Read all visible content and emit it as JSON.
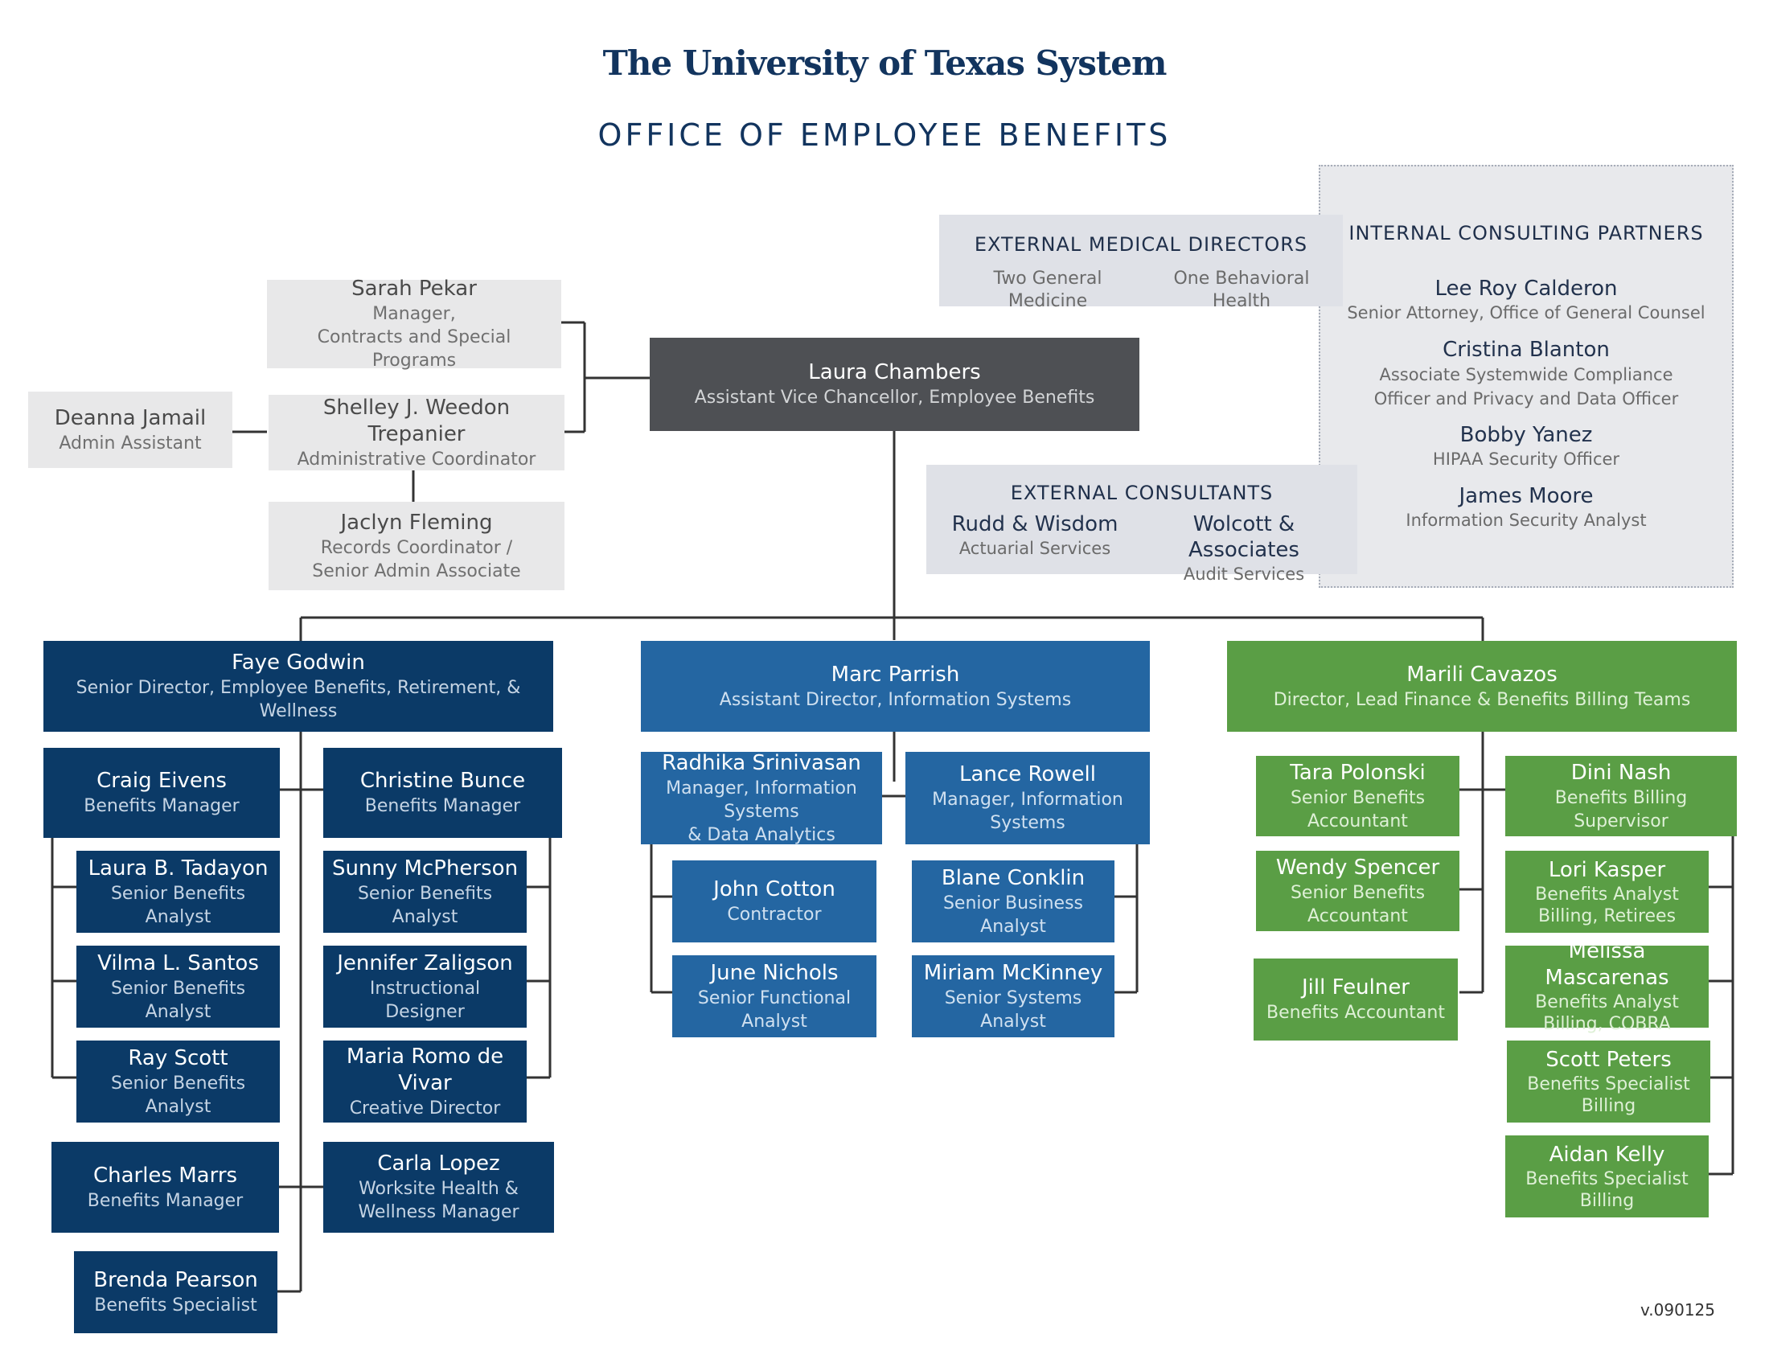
{
  "header": {
    "title": "The University of Texas System",
    "subtitle": "OFFICE OF EMPLOYEE BENEFITS"
  },
  "version": "v.090125",
  "external_medical": {
    "heading": "EXTERNAL MEDICAL DIRECTORS",
    "items": [
      "Two General Medicine",
      "One Behavioral Health"
    ]
  },
  "external_consultants": {
    "heading": "EXTERNAL CONSULTANTS",
    "items": [
      {
        "name": "Rudd & Wisdom",
        "role": "Actuarial Services"
      },
      {
        "name": "Wolcott & Associates",
        "role": "Audit Services"
      }
    ]
  },
  "internal_partners": {
    "heading": "INTERNAL CONSULTING PARTNERS",
    "people": [
      {
        "name": "Lee Roy Calderon",
        "role": "Senior Attorney, Office of General Counsel"
      },
      {
        "name": "Cristina Blanton",
        "role": "Associate Systemwide Compliance Officer and Privacy and Data Officer"
      },
      {
        "name": "Bobby Yanez",
        "role": "HIPAA Security Officer"
      },
      {
        "name": "James Moore",
        "role": "Information Security Analyst"
      }
    ]
  },
  "admin": {
    "sarah": {
      "name": "Sarah Pekar",
      "role": "Manager,",
      "role2": "Contracts and Special Programs"
    },
    "shelley": {
      "name": "Shelley J. Weedon Trepanier",
      "role": "Administrative Coordinator"
    },
    "deanna": {
      "name": "Deanna Jamail",
      "role": "Admin Assistant"
    },
    "jaclyn": {
      "name": "Jaclyn Fleming",
      "role": "Records Coordinator /",
      "role2": "Senior Admin Associate"
    }
  },
  "head": {
    "name": "Laura Chambers",
    "role": "Assistant Vice Chancellor, Employee Benefits"
  },
  "benefits": {
    "director": {
      "name": "Faye Godwin",
      "role": "Senior Director, Employee Benefits, Retirement, & Wellness"
    },
    "craig": {
      "name": "Craig Eivens",
      "role": "Benefits Manager"
    },
    "laura_t": {
      "name": "Laura B. Tadayon",
      "role": "Senior Benefits Analyst"
    },
    "vilma": {
      "name": "Vilma L. Santos",
      "role": "Senior Benefits Analyst"
    },
    "ray": {
      "name": "Ray Scott",
      "role": "Senior Benefits Analyst"
    },
    "christine": {
      "name": "Christine Bunce",
      "role": "Benefits Manager"
    },
    "sunny": {
      "name": "Sunny McPherson",
      "role": "Senior Benefits Analyst"
    },
    "jennifer": {
      "name": "Jennifer Zaligson",
      "role": "Instructional Designer"
    },
    "maria": {
      "name": "Maria Romo de Vivar",
      "role": "Creative Director"
    },
    "charles": {
      "name": "Charles Marrs",
      "role": "Benefits Manager"
    },
    "carla": {
      "name": "Carla Lopez",
      "role": "Worksite Health &",
      "role2": "Wellness Manager"
    },
    "brenda": {
      "name": "Brenda Pearson",
      "role": "Benefits Specialist"
    }
  },
  "it": {
    "director": {
      "name": "Marc Parrish",
      "role": "Assistant Director, Information Systems"
    },
    "radhika": {
      "name": "Radhika Srinivasan",
      "role": "Manager, Information Systems",
      "role2": "& Data Analytics"
    },
    "lance": {
      "name": "Lance Rowell",
      "role": "Manager, Information Systems"
    },
    "john": {
      "name": "John Cotton",
      "role": "Contractor"
    },
    "june": {
      "name": "June Nichols",
      "role": "Senior Functional Analyst"
    },
    "blane": {
      "name": "Blane Conklin",
      "role": "Senior Business Analyst"
    },
    "miriam": {
      "name": "Miriam McKinney",
      "role": "Senior Systems Analyst"
    }
  },
  "finance": {
    "director": {
      "name": "Marili Cavazos",
      "role": "Director, Lead Finance & Benefits Billing Teams"
    },
    "tara": {
      "name": "Tara Polonski",
      "role": "Senior Benefits Accountant"
    },
    "wendy": {
      "name": "Wendy Spencer",
      "role": "Senior Benefits Accountant"
    },
    "jill": {
      "name": "Jill Feulner",
      "role": "Benefits Accountant"
    },
    "dini": {
      "name": "Dini Nash",
      "role": "Benefits Billing Supervisor"
    },
    "lori": {
      "name": "Lori Kasper",
      "role": "Benefits Analyst",
      "role2": "Billing, Retirees"
    },
    "melissa": {
      "name": "Melissa Mascarenas",
      "role": "Benefits Analyst",
      "role2": "Billing, COBRA"
    },
    "scott": {
      "name": "Scott Peters",
      "role": "Benefits Specialist",
      "role2": "Billing"
    },
    "aidan": {
      "name": "Aidan Kelly",
      "role": "Benefits Specialist",
      "role2": "Billing"
    }
  }
}
